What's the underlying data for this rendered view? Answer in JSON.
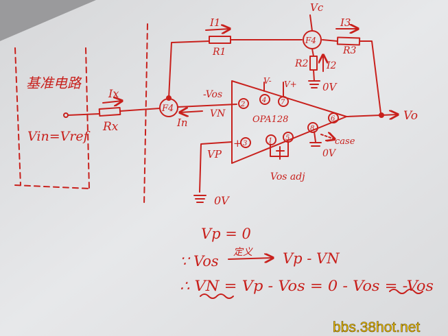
{
  "diagram": {
    "ref_circuit_label": "基准电路",
    "vin_label": "Vin=Vref",
    "ix_label": "Ix",
    "rx_label": "Rx",
    "i1_label": "I1",
    "r1_label": "R1",
    "i3_label": "I3",
    "r3_label": "R3",
    "vc_label": "Vc",
    "f4_label": "F4",
    "r2_label": "R2",
    "i2_label": "I2",
    "zero_v_top": "0V",
    "zero_v_case": "0V",
    "zero_v_bottom": "0V",
    "neg_vos_label": "-Vos",
    "vn_label": "VN",
    "in_label": "In",
    "vp_label": "VP",
    "opamp_name": "OPA128",
    "pin2": "2",
    "pin3": "3",
    "pin4": "4",
    "pin7": "7",
    "pin6": "6",
    "pin8": "8",
    "pin1": "1",
    "pin5": "5",
    "v_minus": "V-",
    "v_plus": "V+",
    "case_label": "case",
    "vos_adj_label": "Vos adj",
    "vo_label": "Vo",
    "minus_sign": "-",
    "plus_sign": "+"
  },
  "equations": {
    "line1": "Vp = 0",
    "line2_lhs": "∵ Vos",
    "line2_over": "定义",
    "line2_rhs": "Vp - VN",
    "line3": "∴ VN = Vp - Vos = 0 - Vos = -Vos"
  },
  "watermark": "bbs.38hot.net"
}
